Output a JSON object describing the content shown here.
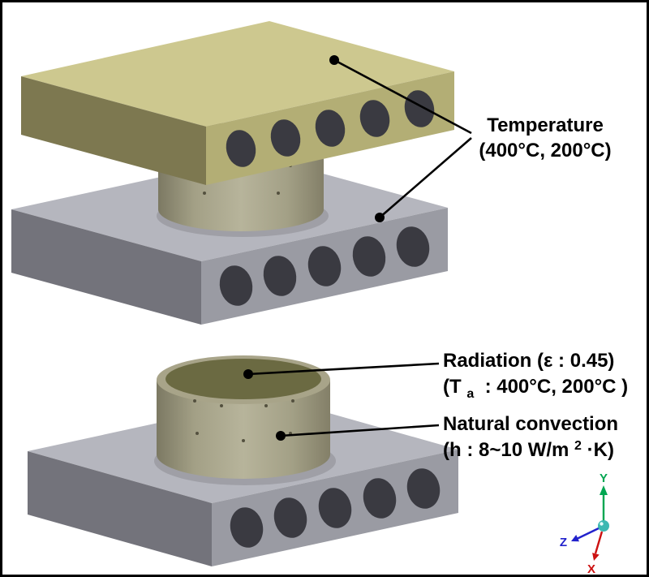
{
  "figure": {
    "background": "#ffffff",
    "border_color": "#000000"
  },
  "annotations": {
    "temperature": {
      "line1": "Temperature",
      "line2": "(400°C, 200°C)"
    },
    "radiation": {
      "line1": "Radiation (ε : 0.45)",
      "line2_pre": "(T",
      "line2_sub": "a",
      "line2_post": " : 400°C, 200°C )"
    },
    "convection": {
      "line1": "Natural convection",
      "line2_pre": "(h : 8~10 W/m",
      "line2_sup": "2",
      "line2_post": "·K)"
    }
  },
  "triad": {
    "x_label": "X",
    "y_label": "Y",
    "z_label": "Z"
  },
  "colors": {
    "yellow_top": "#cdc88f",
    "yellow_left": "#7d7850",
    "yellow_right": "#b3ae75",
    "gray_top": "#b5b6be",
    "gray_left": "#73737b",
    "gray_right": "#9a9ba3",
    "hole_dark": "#3a3a41",
    "cyl_top_upper": "#908d75",
    "cyl_rim": "#a8a489",
    "cyl_top": "#6b6a42",
    "annotation": "#000000",
    "axis_x": "#cc1111",
    "axis_y": "#00a651",
    "axis_z": "#2222cc",
    "origin_ball": "#3cb8b2"
  }
}
